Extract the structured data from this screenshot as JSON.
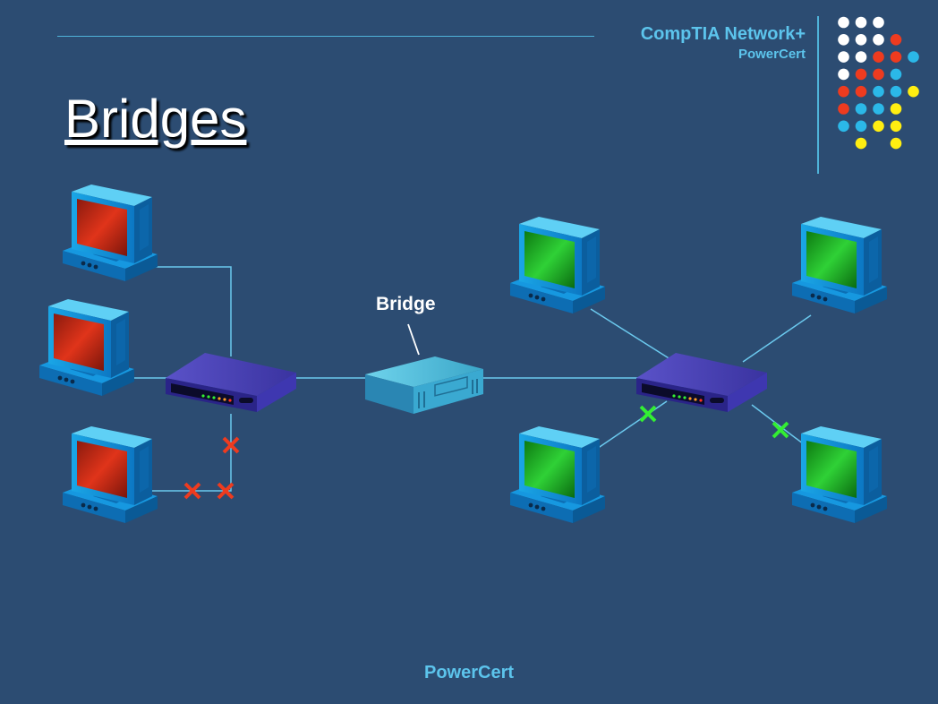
{
  "brand": {
    "title": "CompTIA Network+",
    "subtitle": "PowerCert"
  },
  "slide": {
    "title": "Bridges",
    "footer": "PowerCert"
  },
  "diagram": {
    "bridge_label": "Bridge"
  },
  "colors": {
    "background": "#2c4c72",
    "accent": "#5cc4ec",
    "red_segment_screen": "#d9301a",
    "green_segment_screen": "#22c52a",
    "blocked_red": "#ee3b1f",
    "blocked_green": "#33ee33"
  },
  "icons": [
    "computer-icon",
    "hub-icon",
    "bridge-device-icon",
    "blocked-x-icon",
    "decorative-dot-grid"
  ]
}
